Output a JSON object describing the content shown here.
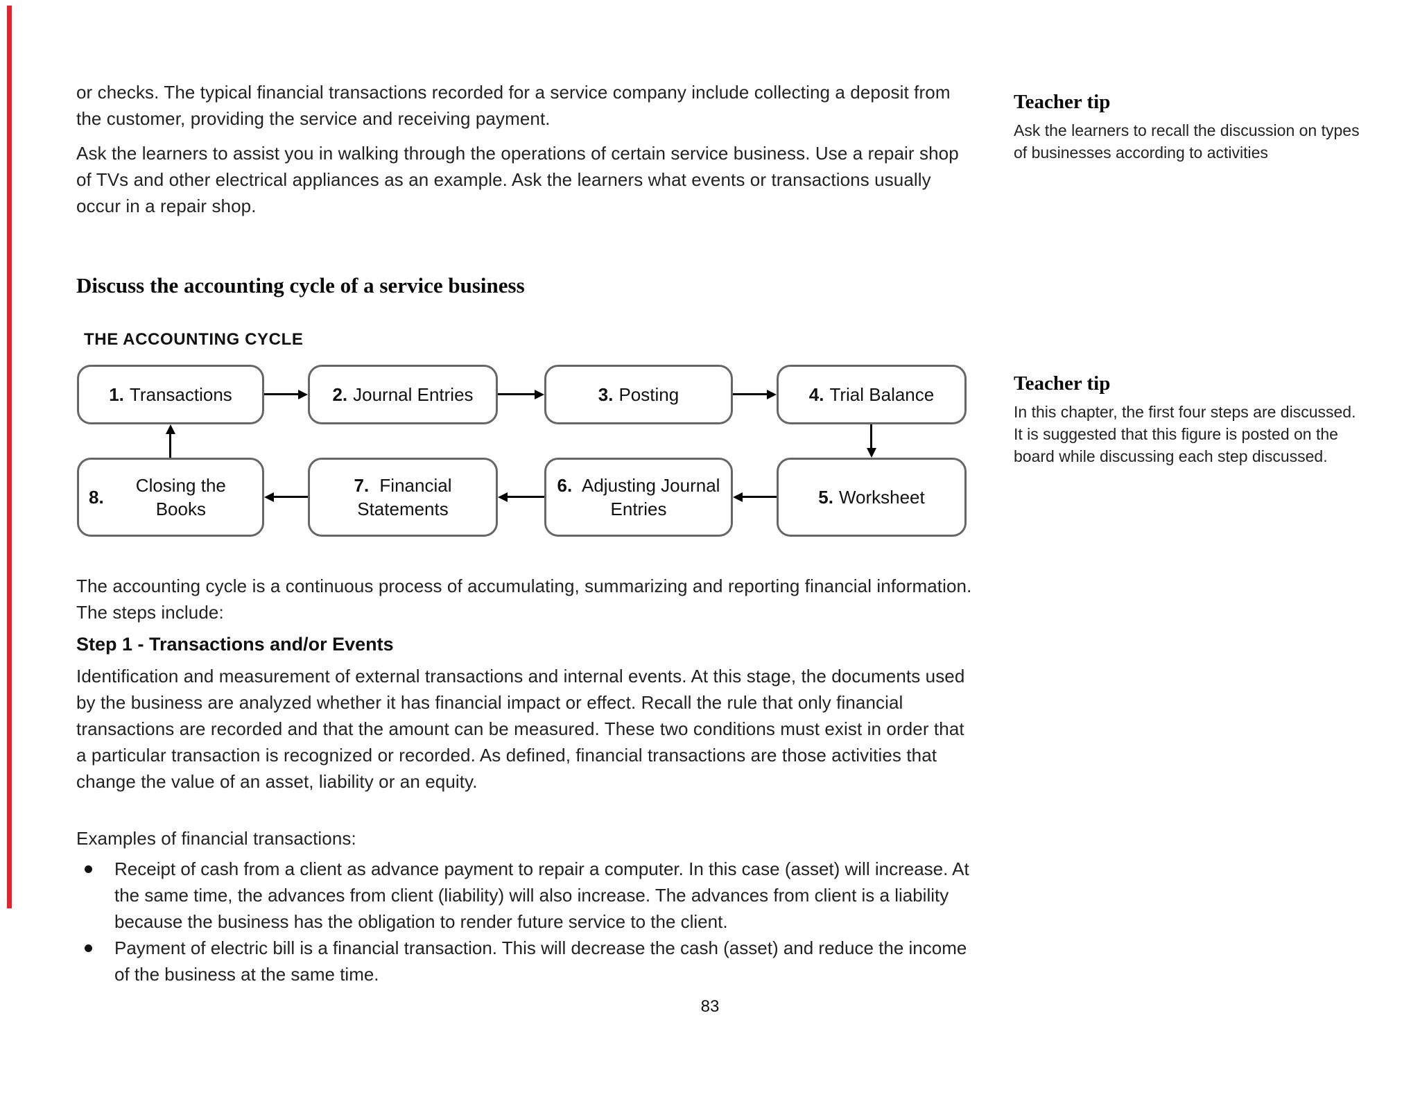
{
  "page": {
    "number": "83",
    "accent_red": "#e8222a"
  },
  "main": {
    "paragraph_1": "or checks. The typical financial transactions recorded for a service company include collecting a deposit from the customer, providing the service and receiving payment.",
    "paragraph_2": "Ask the learners to assist you in walking through the operations of certain service business. Use a repair shop of TVs and other electrical appliances as an example. Ask the learners what events or transactions usually occur in a repair shop.",
    "section_heading": "Discuss the accounting cycle of a service business",
    "paragraph_3": "The accounting cycle is a continuous process of accumulating, summarizing and reporting financial information. The steps include:",
    "step_heading": "Step 1 - Transactions and/or Events",
    "paragraph_4": "Identification and measurement of external transactions and internal events. At this stage, the documents used by the business are analyzed whether it has financial impact or effect. Recall the rule that only financial transactions are recorded and that the amount can be measured. These two conditions must exist in order that a particular transaction is recognized or recorded. As defined, financial transactions are those activities that change the value of an asset, liability or an equity.",
    "examples_label": "Examples of  financial transactions:",
    "bullets": [
      "Receipt of cash from a client as advance payment to repair a computer. In this case (asset) will increase. At the same time, the advances from client (liability) will also increase. The advances from client is a liability because the business has the obligation to render future service to the client.",
      "Payment of electric bill is a financial transaction. This will decrease the cash (asset) and reduce the income of the business at the same time."
    ]
  },
  "diagram": {
    "title": "THE ACCOUNTING CYCLE",
    "border_color": "#666666",
    "boxes": [
      {
        "num": "1.",
        "label": "Transactions"
      },
      {
        "num": "2.",
        "label": "Journal Entries"
      },
      {
        "num": "3.",
        "label": "Posting"
      },
      {
        "num": "4.",
        "label": "Trial Balance"
      },
      {
        "num": "5.",
        "label": "Worksheet"
      },
      {
        "num": "6.",
        "label": "Adjusting Journal Entries"
      },
      {
        "num": "7.",
        "label": "Financial Statements"
      },
      {
        "num": "8.",
        "label": "Closing the Books"
      }
    ]
  },
  "sidebar": {
    "tips": [
      {
        "heading": "Teacher tip",
        "body": "Ask the learners to recall the discussion on types of businesses according to activities"
      },
      {
        "heading": "Teacher tip",
        "body": "In this chapter, the first four steps are discussed. It is suggested that this figure is posted on the board while discussing each step discussed."
      }
    ]
  }
}
